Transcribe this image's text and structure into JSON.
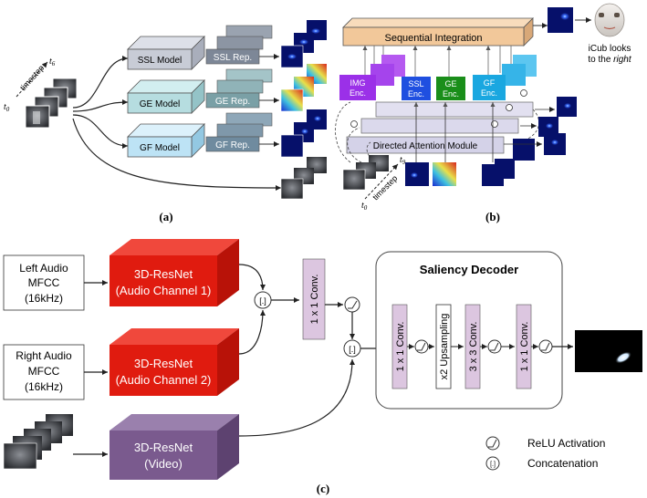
{
  "panel_a": {
    "caption": "(a)",
    "timestep_label": "timestep",
    "t0": "t",
    "t0_sub": "0",
    "t6": "t",
    "t6_sub": "6",
    "models": [
      {
        "name": "SSL Model",
        "rep": "SSL Rep.",
        "color": "#c8ccd6",
        "side": "#a9aebb",
        "repColor": "#7d8797"
      },
      {
        "name": "GE Model",
        "rep": "GE Rep.",
        "color": "#b6dde0",
        "side": "#94c3c7",
        "repColor": "#7aa0a6"
      },
      {
        "name": "GF Model",
        "rep": "GF Rep.",
        "color": "#bde3f5",
        "side": "#93c8e2",
        "repColor": "#6f8b9f"
      }
    ]
  },
  "panel_b": {
    "caption": "(b)",
    "integration_label": "Sequential Integration",
    "img_enc": [
      "IMG",
      "Enc."
    ],
    "ssl_enc": [
      "SSL",
      "Enc."
    ],
    "ge_enc": [
      "GE",
      "Enc."
    ],
    "gf_enc": [
      "GF",
      "Enc."
    ],
    "attention_label": "Directed Attention Module",
    "timestep_label": "timestep",
    "t0": "t",
    "t0_sub": "0",
    "t9": "t",
    "t9_sub": "9",
    "icub_line1": "iCub looks",
    "icub_line2": "to the ",
    "icub_emph": "right",
    "colors": {
      "integration": "#f2c89a",
      "img": "#9b30e8",
      "ssl": "#1f4fe0",
      "ge": "#1a8e1a",
      "gf": "#1aa7e0",
      "attention": "#d4d2e8"
    }
  },
  "panel_c": {
    "caption": "(c)",
    "left_audio": [
      "Left Audio",
      "MFCC",
      "(16kHz)"
    ],
    "right_audio": [
      "Right Audio",
      "MFCC",
      "(16kHz)"
    ],
    "resnet1": [
      "3D-ResNet",
      "(Audio Channel 1)"
    ],
    "resnet2": [
      "3D-ResNet",
      "(Audio Channel 2)"
    ],
    "resnet_video": [
      "3D-ResNet",
      "(Video)"
    ],
    "conv1": "1 x 1 Conv.",
    "decoder_title": "Saliency Decoder",
    "dec_conv_a": "1 x 1 Conv.",
    "dec_upsample": "x2 Upsampling",
    "dec_conv_b": "3 x 3 Conv.",
    "dec_conv_c": "1 x 1 Conv.",
    "legend_relu": "ReLU Activation",
    "legend_concat": "Concatenation",
    "concat_symbol": "[.]",
    "colors": {
      "resnet_audio": "#e01b0f",
      "resnet_video": "#7a5a8e",
      "conv": "#dcc6e0"
    }
  }
}
